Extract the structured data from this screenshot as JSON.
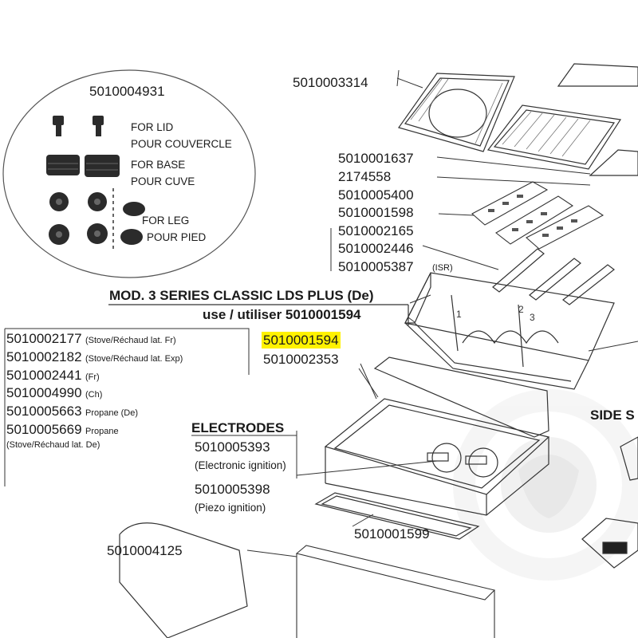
{
  "kit": {
    "part_number": "5010004931",
    "lid": {
      "en": "FOR LID",
      "fr": "POUR COUVERCLE"
    },
    "base": {
      "en": "FOR BASE",
      "fr": "POUR CUVE"
    },
    "leg": {
      "en": "FOR LEG",
      "fr": "POUR PIED"
    }
  },
  "top_parts": {
    "grates": "5010003314",
    "list": [
      "5010001637",
      "2174558",
      "5010005400",
      "5010001598",
      "5010002165",
      "5010002446",
      "5010005387"
    ],
    "isr_note": "(ISR)"
  },
  "model": {
    "title": "MOD. 3 SERIES CLASSIC LDS PLUS (De)",
    "use_line": "use / utiliser 5010001594"
  },
  "burner_parts": [
    {
      "pn": "5010002177",
      "note": "(Stove/Réchaud lat. Fr)"
    },
    {
      "pn": "5010002182",
      "note": "(Stove/Réchaud lat. Exp)"
    },
    {
      "pn": "5010002441",
      "note": "(Fr)"
    },
    {
      "pn": "5010004990",
      "note": "(Ch)"
    },
    {
      "pn": "5010005663",
      "note": "Propane (De)"
    },
    {
      "pn": "5010005669",
      "note": "Propane"
    }
  ],
  "burner_footnote": "(Stove/Réchaud lat. De)",
  "bowl_parts": {
    "highlighted": "5010001594",
    "other": "5010002353"
  },
  "electrodes": {
    "heading": "ELECTRODES",
    "items": [
      {
        "pn": "5010005393",
        "desc": "(Electronic ignition)"
      },
      {
        "pn": "5010005398",
        "desc": "(Piezo ignition)"
      }
    ]
  },
  "bottom_parts": {
    "tray": "5010001599",
    "side": "5010004125"
  },
  "side_heading": "SIDE S",
  "colors": {
    "highlight": "#fff200",
    "lines": "#333333",
    "watermark": "#d9d9d9"
  }
}
